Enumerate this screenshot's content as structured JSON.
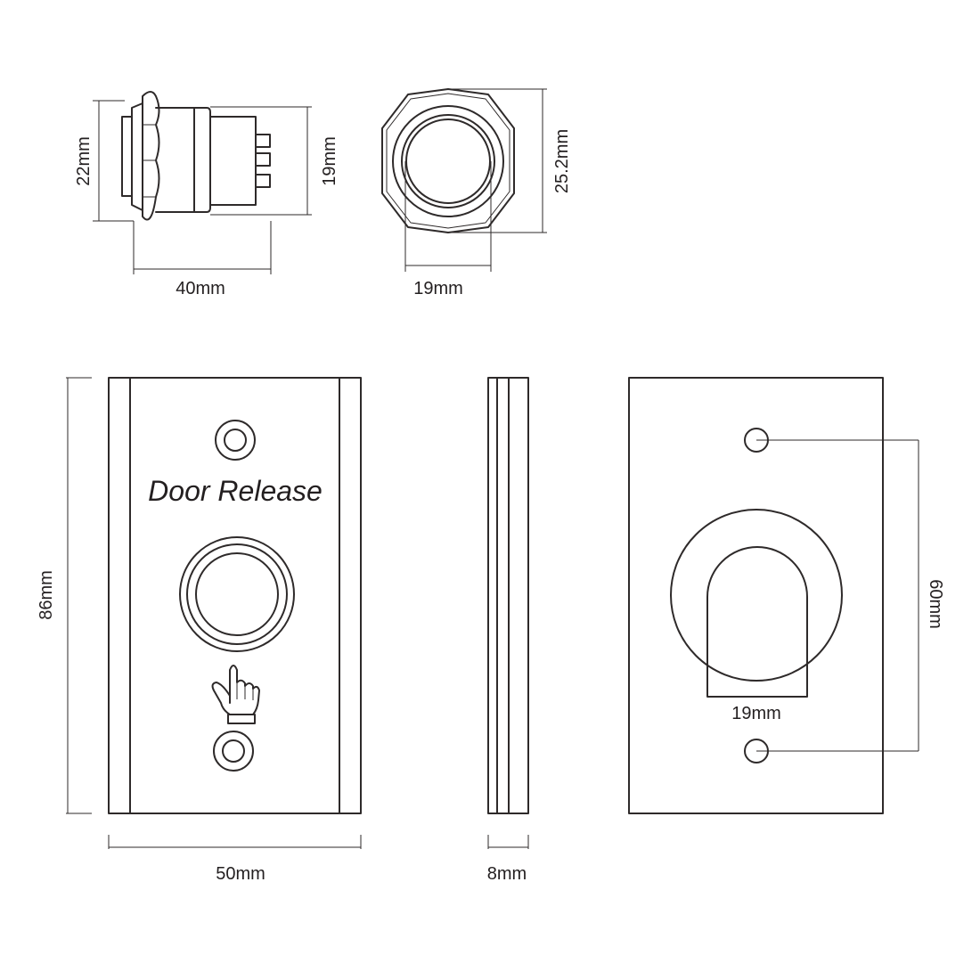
{
  "colors": {
    "line": "#2e2a2a",
    "text": "#231f20",
    "background": "#ffffff"
  },
  "button_side_view": {
    "height_label": "22mm",
    "body_label": "19mm",
    "length_label": "40mm"
  },
  "button_front_view": {
    "height_label": "25.2mm",
    "width_label": "19mm"
  },
  "plate_front_view": {
    "title": "Door Release",
    "height_label": "86mm",
    "width_label": "50mm",
    "icon": "hand-press-icon"
  },
  "plate_side_view": {
    "depth_label": "8mm"
  },
  "plate_back_view": {
    "hole_spacing_label": "60mm",
    "hole_width_label": "19mm"
  }
}
